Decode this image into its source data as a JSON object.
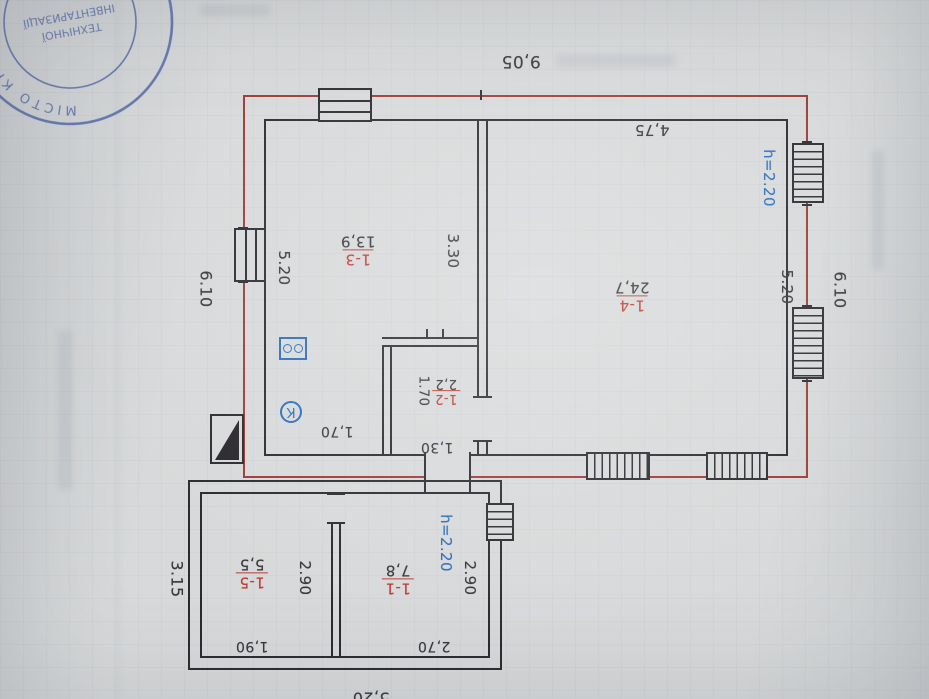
{
  "stamp": {
    "ring_text": "МІСТО КРЕМЕНЧУК • ТОВАРИСТВО •",
    "center_line_1": "ТЕХНІЧНОЇ",
    "center_line_2": "ІНВЕНТАРИЗАЦІЇ",
    "color": "#4b63a9"
  },
  "plan": {
    "outer_wall_color": "#9c3b33",
    "inner_wall_color": "#2a2a2f",
    "accent_blue": "#2a6db8",
    "room_number_color": "#bf3a2e",
    "rooms": [
      {
        "number": "1-3",
        "area": "13,9"
      },
      {
        "number": "1-4",
        "area": "24,7"
      },
      {
        "number": "1-2",
        "area": "2,2"
      },
      {
        "number": "1-1",
        "area": "7,8"
      },
      {
        "number": "1-5",
        "area": "5,5"
      }
    ],
    "dimensions": {
      "top_overall": "9,05",
      "room14_width": "4,75",
      "height_main": "h=2.20",
      "left_overall": "6.10",
      "left_inner": "5.20",
      "mid_inner": "3.30",
      "right_inner": "5.20",
      "right_overall": "6.10",
      "hall_depth_v": "1.70",
      "kitchen_pass_w": "1,70",
      "door_w": "1,30",
      "annex_left_room_depth": "2.90",
      "annex_right_room_depth": "2.90",
      "annex_height": "h=2.20",
      "annex_left_overall": "3.15",
      "annex_room15_width": "1,90",
      "annex_room11_width": "2,70",
      "annex_bottom_overall": "5,20"
    },
    "symbols": {
      "kitchen_mark": "К"
    }
  }
}
